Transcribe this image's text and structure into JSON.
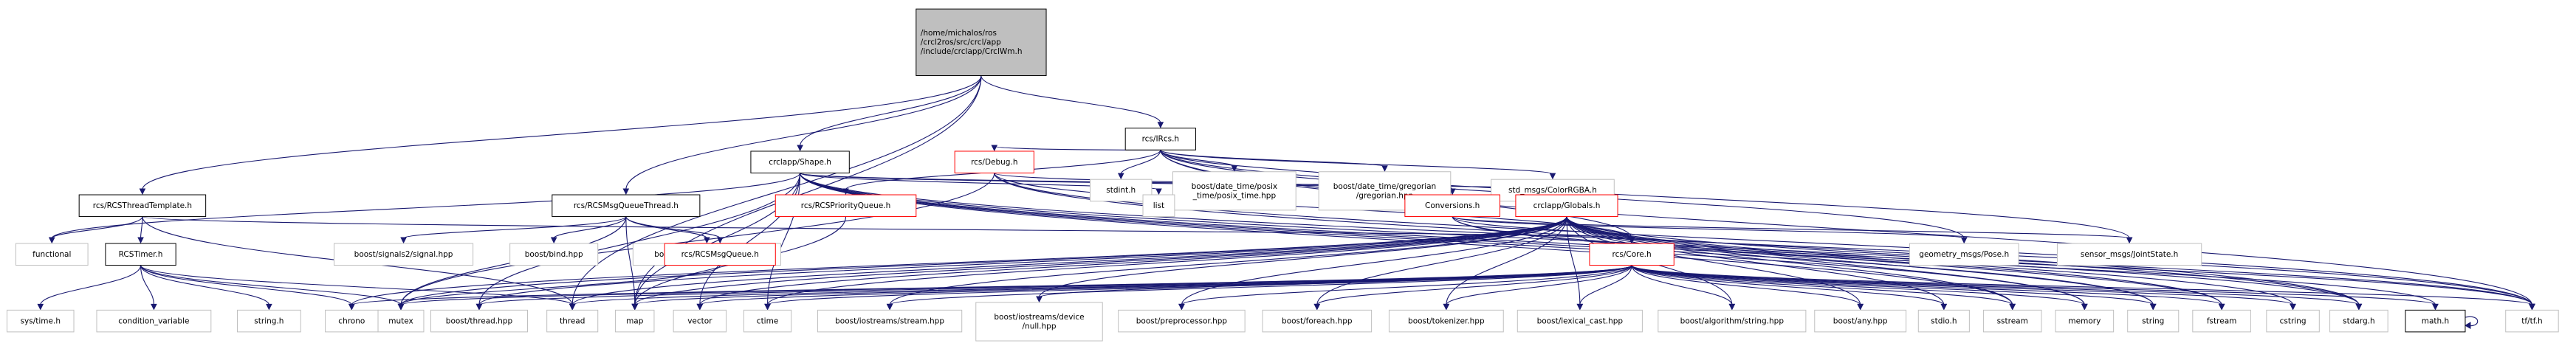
{
  "colors": {
    "edge": "#191970",
    "root_fill": "#bfbfbf",
    "node_fill": "#ffffff",
    "node_border_default": "#000000",
    "node_border_truncated": "#ff0000",
    "node_border_external": "#bfbfbf",
    "text": "#000000"
  },
  "nodes": {
    "root": {
      "lines": [
        "/home/michalos/ros",
        "/crcl2ros/src/crcl/app",
        "/include/crclapp/CrclWm.h"
      ],
      "kind": "root"
    },
    "ircs": {
      "lines": [
        "rcs/IRcs.h"
      ],
      "kind": "default"
    },
    "shape": {
      "lines": [
        "crclapp/Shape.h"
      ],
      "kind": "default"
    },
    "threadtemplate": {
      "lines": [
        "rcs/RCSThreadTemplate.h"
      ],
      "kind": "default"
    },
    "msgqueuethread": {
      "lines": [
        "rcs/RCSMsgQueueThread.h"
      ],
      "kind": "default"
    },
    "priorityqueue": {
      "lines": [
        "rcs/RCSPriorityQueue.h"
      ],
      "kind": "truncated"
    },
    "debug": {
      "lines": [
        "rcs/Debug.h"
      ],
      "kind": "truncated"
    },
    "stdint": {
      "lines": [
        "stdint.h"
      ],
      "kind": "external"
    },
    "posixtime": {
      "lines": [
        "boost/date_time/posix",
        "_time/posix_time.hpp"
      ],
      "kind": "external"
    },
    "gregorian": {
      "lines": [
        "boost/date_time/gregorian",
        "/gregorian.hpp"
      ],
      "kind": "external"
    },
    "colorrgba": {
      "lines": [
        "std_msgs/ColorRGBA.h"
      ],
      "kind": "external"
    },
    "conversions": {
      "lines": [
        "Conversions.h"
      ],
      "kind": "truncated"
    },
    "globals": {
      "lines": [
        "crclapp/Globals.h"
      ],
      "kind": "truncated"
    },
    "list": {
      "lines": [
        "list"
      ],
      "kind": "external"
    },
    "functional": {
      "lines": [
        "functional"
      ],
      "kind": "external"
    },
    "rcstimer": {
      "lines": [
        "RCSTimer.h"
      ],
      "kind": "default"
    },
    "signal": {
      "lines": [
        "boost/signals2/signal.hpp"
      ],
      "kind": "external"
    },
    "bind": {
      "lines": [
        "boost/bind.hpp"
      ],
      "kind": "external"
    },
    "condition": {
      "lines": [
        "boost/thread/condition.hpp"
      ],
      "kind": "external"
    },
    "msgqueue": {
      "lines": [
        "rcs/RCSMsgQueue.h"
      ],
      "kind": "truncated"
    },
    "core": {
      "lines": [
        "rcs/Core.h"
      ],
      "kind": "truncated"
    },
    "geompose": {
      "lines": [
        "geometry_msgs/Pose.h"
      ],
      "kind": "external"
    },
    "jointstate": {
      "lines": [
        "sensor_msgs/JointState.h"
      ],
      "kind": "external"
    },
    "systime": {
      "lines": [
        "sys/time.h"
      ],
      "kind": "external"
    },
    "condvar": {
      "lines": [
        "condition_variable"
      ],
      "kind": "external"
    },
    "stringh": {
      "lines": [
        "string.h"
      ],
      "kind": "external"
    },
    "chrono": {
      "lines": [
        "chrono"
      ],
      "kind": "external"
    },
    "mutex": {
      "lines": [
        "mutex"
      ],
      "kind": "external"
    },
    "boostthread": {
      "lines": [
        "boost/thread.hpp"
      ],
      "kind": "external"
    },
    "thread": {
      "lines": [
        "thread"
      ],
      "kind": "external"
    },
    "map": {
      "lines": [
        "map"
      ],
      "kind": "external"
    },
    "vector": {
      "lines": [
        "vector"
      ],
      "kind": "external"
    },
    "ctime": {
      "lines": [
        "ctime"
      ],
      "kind": "external"
    },
    "streamhpp": {
      "lines": [
        "boost/iostreams/stream.hpp"
      ],
      "kind": "external"
    },
    "nullhpp": {
      "lines": [
        "boost/iostreams/device",
        "/null.hpp"
      ],
      "kind": "external"
    },
    "preprocessor": {
      "lines": [
        "boost/preprocessor.hpp"
      ],
      "kind": "external"
    },
    "foreach": {
      "lines": [
        "boost/foreach.hpp"
      ],
      "kind": "external"
    },
    "tokenizer": {
      "lines": [
        "boost/tokenizer.hpp"
      ],
      "kind": "external"
    },
    "lexicalcast": {
      "lines": [
        "boost/lexical_cast.hpp"
      ],
      "kind": "external"
    },
    "algostring": {
      "lines": [
        "boost/algorithm/string.hpp"
      ],
      "kind": "external"
    },
    "boostany": {
      "lines": [
        "boost/any.hpp"
      ],
      "kind": "external"
    },
    "stdio": {
      "lines": [
        "stdio.h"
      ],
      "kind": "external"
    },
    "sstream": {
      "lines": [
        "sstream"
      ],
      "kind": "external"
    },
    "memory": {
      "lines": [
        "memory"
      ],
      "kind": "external"
    },
    "string": {
      "lines": [
        "string"
      ],
      "kind": "external"
    },
    "fstream": {
      "lines": [
        "fstream"
      ],
      "kind": "external"
    },
    "cstring": {
      "lines": [
        "cstring"
      ],
      "kind": "external"
    },
    "stdarg": {
      "lines": [
        "stdarg.h"
      ],
      "kind": "external"
    },
    "math": {
      "lines": [
        "math.h"
      ],
      "kind": "default"
    },
    "tftf": {
      "lines": [
        "tf/tf.h"
      ],
      "kind": "external"
    }
  },
  "edges": [
    [
      "root",
      "ircs"
    ],
    [
      "root",
      "shape"
    ],
    [
      "root",
      "threadtemplate"
    ],
    [
      "root",
      "msgqueuethread"
    ],
    [
      "root",
      "map"
    ],
    [
      "root",
      "thread"
    ],
    [
      "ircs",
      "debug"
    ],
    [
      "ircs",
      "stdint"
    ],
    [
      "ircs",
      "posixtime"
    ],
    [
      "ircs",
      "gregorian"
    ],
    [
      "ircs",
      "colorrgba"
    ],
    [
      "ircs",
      "conversions"
    ],
    [
      "ircs",
      "core"
    ],
    [
      "ircs",
      "geompose"
    ],
    [
      "ircs",
      "jointstate"
    ],
    [
      "ircs",
      "tftf"
    ],
    [
      "ircs",
      "priorityqueue"
    ],
    [
      "shape",
      "globals"
    ],
    [
      "shape",
      "list"
    ],
    [
      "shape",
      "functional"
    ],
    [
      "shape",
      "conversions"
    ],
    [
      "shape",
      "map"
    ],
    [
      "shape",
      "vector"
    ],
    [
      "shape",
      "ctime"
    ],
    [
      "shape",
      "string"
    ],
    [
      "shape",
      "memory"
    ],
    [
      "shape",
      "sstream"
    ],
    [
      "shape",
      "fstream"
    ],
    [
      "shape",
      "stdarg"
    ],
    [
      "shape",
      "tftf"
    ],
    [
      "shape",
      "boostthread"
    ],
    [
      "threadtemplate",
      "functional"
    ],
    [
      "threadtemplate",
      "rcstimer"
    ],
    [
      "threadtemplate",
      "core"
    ],
    [
      "threadtemplate",
      "thread"
    ],
    [
      "msgqueuethread",
      "signal"
    ],
    [
      "msgqueuethread",
      "bind"
    ],
    [
      "msgqueuethread",
      "condition"
    ],
    [
      "msgqueuethread",
      "msgqueue"
    ],
    [
      "msgqueuethread",
      "map"
    ],
    [
      "msgqueuethread",
      "mutex"
    ],
    [
      "priorityqueue",
      "map"
    ],
    [
      "debug",
      "core"
    ],
    [
      "debug",
      "conversions"
    ],
    [
      "debug",
      "stdarg"
    ],
    [
      "debug",
      "tftf"
    ],
    [
      "debug",
      "mutex"
    ],
    [
      "conversions",
      "core"
    ],
    [
      "conversions",
      "geompose"
    ],
    [
      "conversions",
      "jointstate"
    ],
    [
      "conversions",
      "tftf"
    ],
    [
      "conversions",
      "math"
    ],
    [
      "globals",
      "core"
    ],
    [
      "globals",
      "map"
    ],
    [
      "globals",
      "vector"
    ],
    [
      "globals",
      "chrono"
    ],
    [
      "globals",
      "mutex"
    ],
    [
      "globals",
      "boostthread"
    ],
    [
      "globals",
      "thread"
    ],
    [
      "globals",
      "ctime"
    ],
    [
      "globals",
      "streamhpp"
    ],
    [
      "globals",
      "nullhpp"
    ],
    [
      "globals",
      "preprocessor"
    ],
    [
      "globals",
      "foreach"
    ],
    [
      "globals",
      "tokenizer"
    ],
    [
      "globals",
      "lexicalcast"
    ],
    [
      "globals",
      "algostring"
    ],
    [
      "globals",
      "boostany"
    ],
    [
      "globals",
      "stdio"
    ],
    [
      "globals",
      "sstream"
    ],
    [
      "globals",
      "memory"
    ],
    [
      "globals",
      "string"
    ],
    [
      "globals",
      "fstream"
    ],
    [
      "globals",
      "cstring"
    ],
    [
      "globals",
      "stdarg"
    ],
    [
      "globals",
      "tftf"
    ],
    [
      "rcstimer",
      "systime"
    ],
    [
      "rcstimer",
      "condvar"
    ],
    [
      "rcstimer",
      "stringh"
    ],
    [
      "rcstimer",
      "chrono"
    ],
    [
      "rcstimer",
      "mutex"
    ],
    [
      "rcstimer",
      "thread"
    ],
    [
      "msgqueue",
      "mutex"
    ],
    [
      "core",
      "boostthread"
    ],
    [
      "core",
      "thread"
    ],
    [
      "core",
      "map"
    ],
    [
      "core",
      "vector"
    ],
    [
      "core",
      "ctime"
    ],
    [
      "core",
      "streamhpp"
    ],
    [
      "core",
      "nullhpp"
    ],
    [
      "core",
      "preprocessor"
    ],
    [
      "core",
      "foreach"
    ],
    [
      "core",
      "tokenizer"
    ],
    [
      "core",
      "lexicalcast"
    ],
    [
      "core",
      "algostring"
    ],
    [
      "core",
      "boostany"
    ],
    [
      "core",
      "stdio"
    ],
    [
      "core",
      "sstream"
    ],
    [
      "core",
      "memory"
    ],
    [
      "core",
      "string"
    ],
    [
      "core",
      "fstream"
    ],
    [
      "core",
      "cstring"
    ],
    [
      "core",
      "stdarg"
    ],
    [
      "core",
      "math"
    ],
    [
      "core",
      "tftf"
    ],
    [
      "core",
      "mutex"
    ],
    [
      "core",
      "chrono"
    ],
    [
      "math",
      "math"
    ]
  ]
}
